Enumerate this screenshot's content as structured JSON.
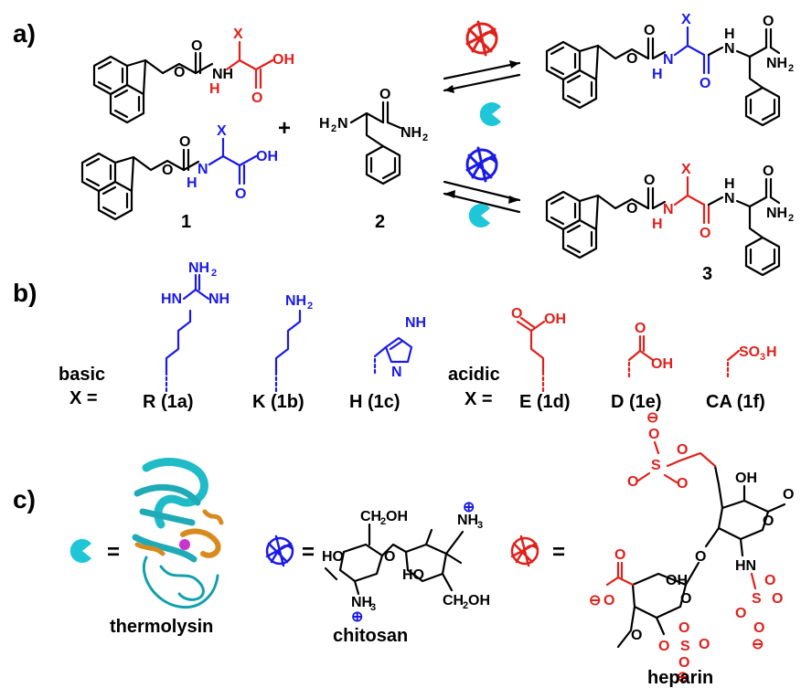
{
  "colors": {
    "red": "#e0201b",
    "blue": "#1a1ae6",
    "cyan": "#1fc6d8",
    "black": "#000000"
  },
  "icons": [
    "red-scribble-heparin-icon",
    "blue-scribble-chitosan-icon",
    "cyan-pacman-thermolysin-icon",
    "thermolysin-protein-ribbon"
  ],
  "panels": {
    "a": "a)",
    "b": "b)",
    "c": "c)"
  },
  "atoms": {
    "X": "X",
    "O": "O",
    "OH": "OH",
    "H": "H",
    "NH": "NH",
    "N": "N",
    "H2N": "H",
    "H2N_2": "N",
    "NH2": "NH",
    "sub2": "2",
    "sub3": "3",
    "plus": "+",
    "eq": "=",
    "HN": "HN",
    "SO3H": "SO",
    "CH2OH": "CH",
    "HO": "HO",
    "minus": "⊖",
    "oplus": "⊕",
    "S": "S"
  },
  "compounds": {
    "c1": "1",
    "c2": "2",
    "c3": "3"
  },
  "panel_b": {
    "basic": "basic",
    "acidic": "acidic",
    "x_eq": "X =",
    "items": [
      "R (1a)",
      "K (1b)",
      "H (1c)",
      "E (1d)",
      "D (1e)",
      "CA (1f)"
    ]
  },
  "panel_c": {
    "thermolysin": "thermolysin",
    "chitosan": "chitosan",
    "heparin": "heparin"
  }
}
